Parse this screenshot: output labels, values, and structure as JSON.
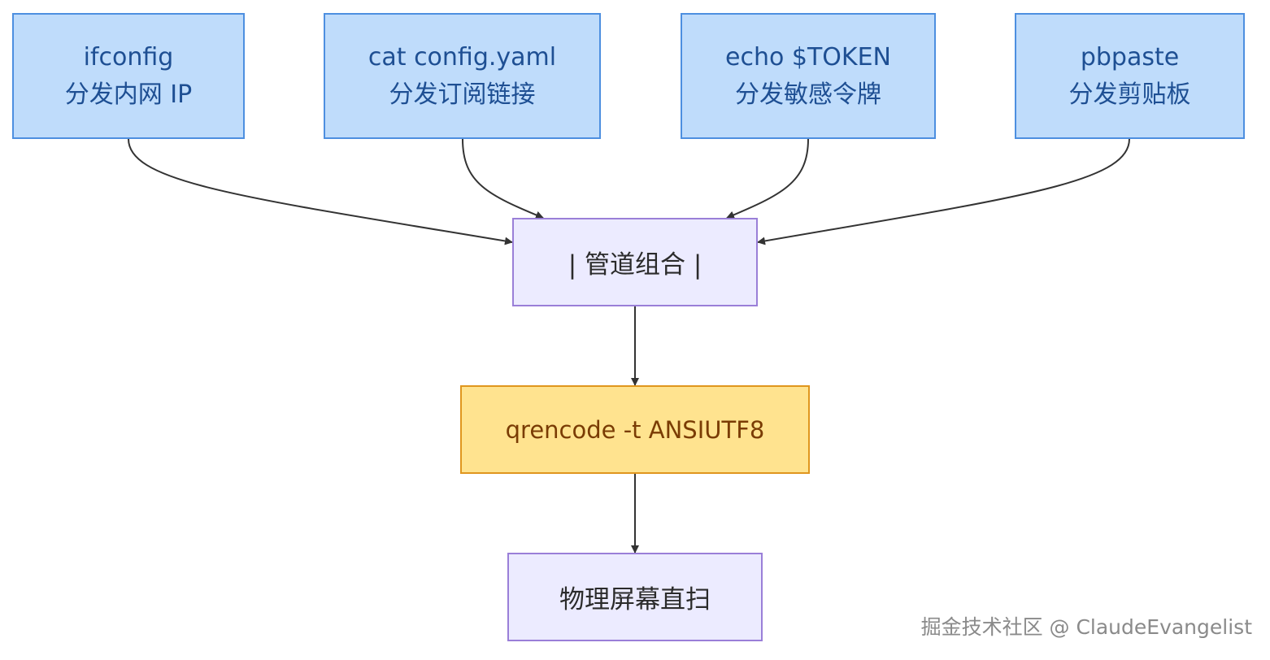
{
  "nodes": {
    "ifconfig": {
      "cmd": "ifconfig",
      "desc": "分发内网 IP"
    },
    "catconfig": {
      "cmd": "cat config.yaml",
      "desc": "分发订阅链接"
    },
    "echotoken": {
      "cmd": "echo $TOKEN",
      "desc": "分发敏感令牌"
    },
    "pbpaste": {
      "cmd": "pbpaste",
      "desc": "分发剪贴板"
    },
    "pipe": {
      "label": "| 管道组合 |"
    },
    "qrencode": {
      "label": "qrencode -t ANSIUTF8"
    },
    "scan": {
      "label": "物理屏幕直扫"
    }
  },
  "edges": [
    {
      "from": "ifconfig",
      "to": "pipe"
    },
    {
      "from": "catconfig",
      "to": "pipe"
    },
    {
      "from": "echotoken",
      "to": "pipe"
    },
    {
      "from": "pbpaste",
      "to": "pipe"
    },
    {
      "from": "pipe",
      "to": "qrencode"
    },
    {
      "from": "qrencode",
      "to": "scan"
    }
  ],
  "colors": {
    "source_fill": "#bfdcfb",
    "source_stroke": "#4d8fe0",
    "process_fill": "#ecebff",
    "process_stroke": "#9a7fd8",
    "encode_fill": "#ffe38f",
    "encode_stroke": "#e0961e",
    "edge": "#333333"
  },
  "watermark": "掘金技术社区 @ ClaudeEvangelist"
}
